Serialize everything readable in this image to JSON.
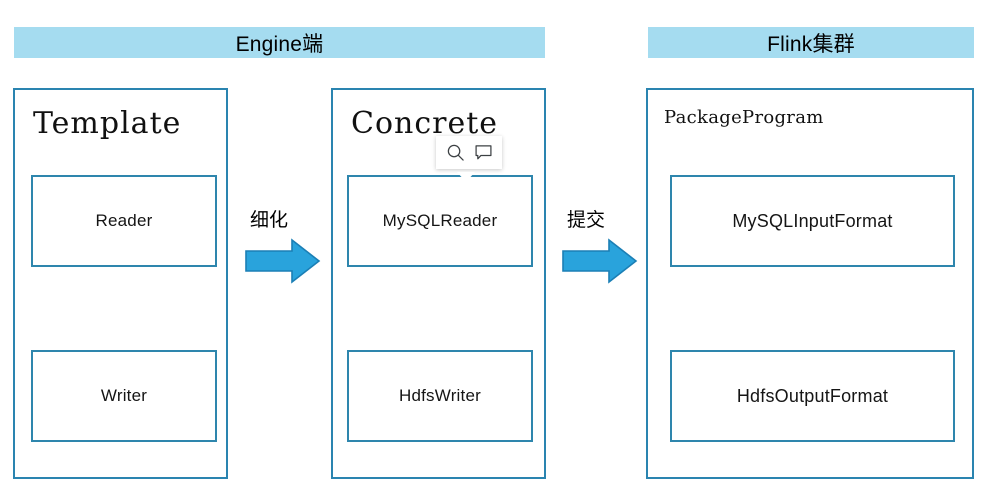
{
  "colors": {
    "header_bar": "#a5dcf0",
    "group_border": "#2a84b0",
    "box_border": "#2e86ad",
    "arrow_fill": "#29a3dc",
    "arrow_outline": "#1b7fb5",
    "hollow_arrow_stroke": "#2a84b0",
    "text": "#111111"
  },
  "sections": [
    {
      "id": "engine",
      "title": "Engine端"
    },
    {
      "id": "flink",
      "title": "Flink集群"
    }
  ],
  "groups": [
    {
      "id": "template",
      "title": "Template",
      "boxes": [
        {
          "id": "reader",
          "label": "Reader"
        },
        {
          "id": "writer",
          "label": "Writer"
        }
      ]
    },
    {
      "id": "concrete",
      "title": "Concrete",
      "boxes": [
        {
          "id": "mysqlreader",
          "label": "MySQLReader"
        },
        {
          "id": "hdfswriter",
          "label": "HdfsWriter"
        }
      ]
    },
    {
      "id": "package",
      "title": "PackageProgram",
      "boxes": [
        {
          "id": "mysqlinputformat",
          "label": "MySQLInputFormat"
        },
        {
          "id": "hdfsoutputformat",
          "label": "HdfsOutputFormat"
        }
      ]
    }
  ],
  "transitions": [
    {
      "id": "refine",
      "label": "细化"
    },
    {
      "id": "submit",
      "label": "提交"
    }
  ],
  "flow_arrows": {
    "down_arrow_name": "flow-down-arrow",
    "right_arrow_name": "flow-right-arrow"
  },
  "mini_toolbar": {
    "icons": [
      {
        "name": "search-icon",
        "glyph": "magnifier"
      },
      {
        "name": "comment-icon",
        "glyph": "speech-bubble"
      }
    ]
  }
}
